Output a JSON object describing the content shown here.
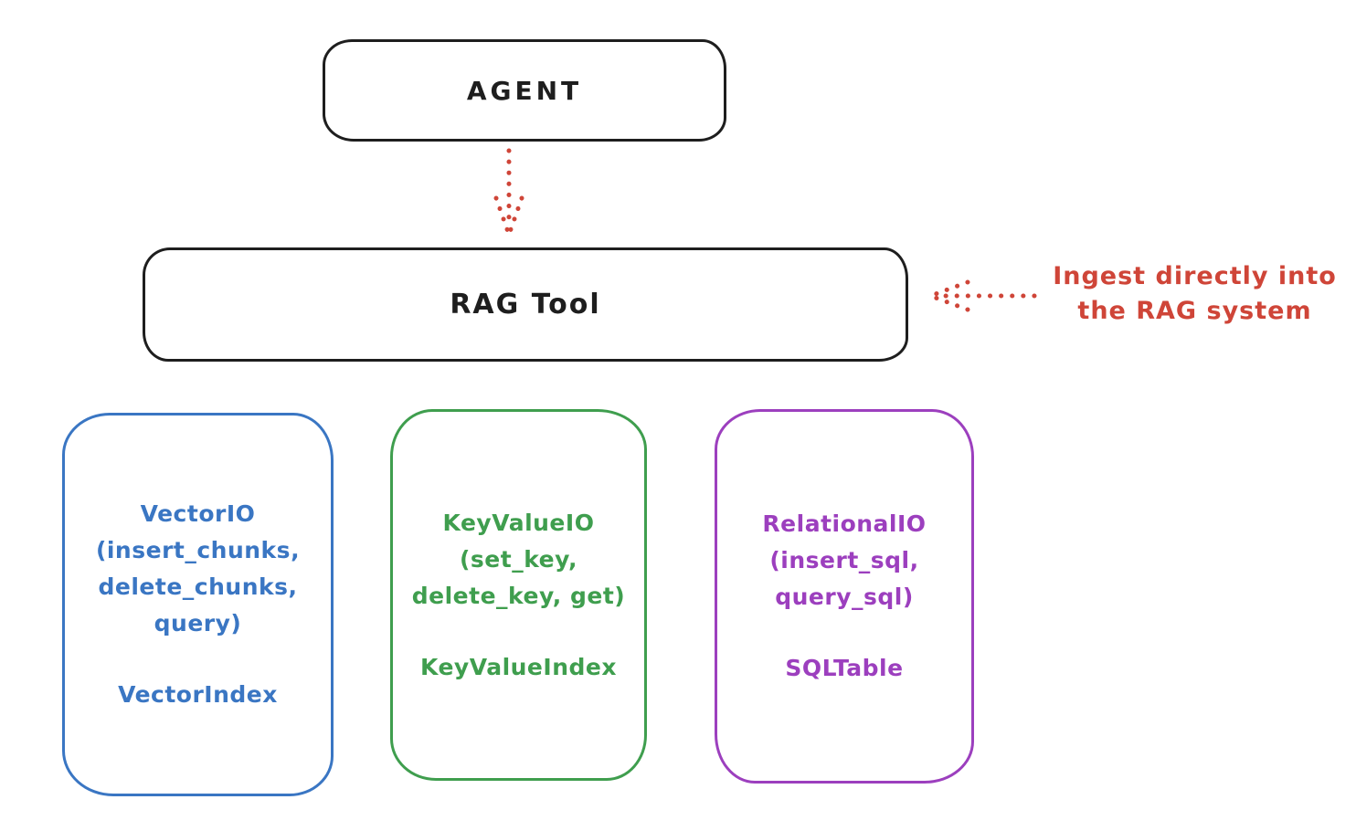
{
  "diagram": {
    "background": "#ffffff",
    "ink_color": "#1e1e1e",
    "red_accent": "#cf4538",
    "agent": {
      "label": "AGENT"
    },
    "rag_tool": {
      "label": "RAG Tool"
    },
    "annotation": {
      "color": "#cf4538",
      "lines": [
        "Ingest directly into",
        "the RAG system"
      ]
    },
    "arrows": [
      {
        "name": "agent-to-rag-tool",
        "style": "dotted",
        "color": "#cf4538",
        "direction": "down"
      },
      {
        "name": "annotation-to-rag-tool",
        "style": "dotted",
        "color": "#cf4538",
        "direction": "left"
      }
    ],
    "stores": [
      {
        "id": "vector-io",
        "color": "#3a76c3",
        "lines": [
          "VectorIO",
          "(insert_chunks,",
          "delete_chunks,",
          "query)"
        ],
        "index_label": "VectorIndex"
      },
      {
        "id": "keyvalue-io",
        "color": "#3f9e4e",
        "lines": [
          "KeyValueIO",
          "(set_key,",
          "delete_key, get)"
        ],
        "index_label": "KeyValueIndex"
      },
      {
        "id": "relational-io",
        "color": "#9c3fbe",
        "lines": [
          "RelationalIO",
          "(insert_sql,",
          "query_sql)"
        ],
        "index_label": "SQLTable"
      }
    ]
  }
}
